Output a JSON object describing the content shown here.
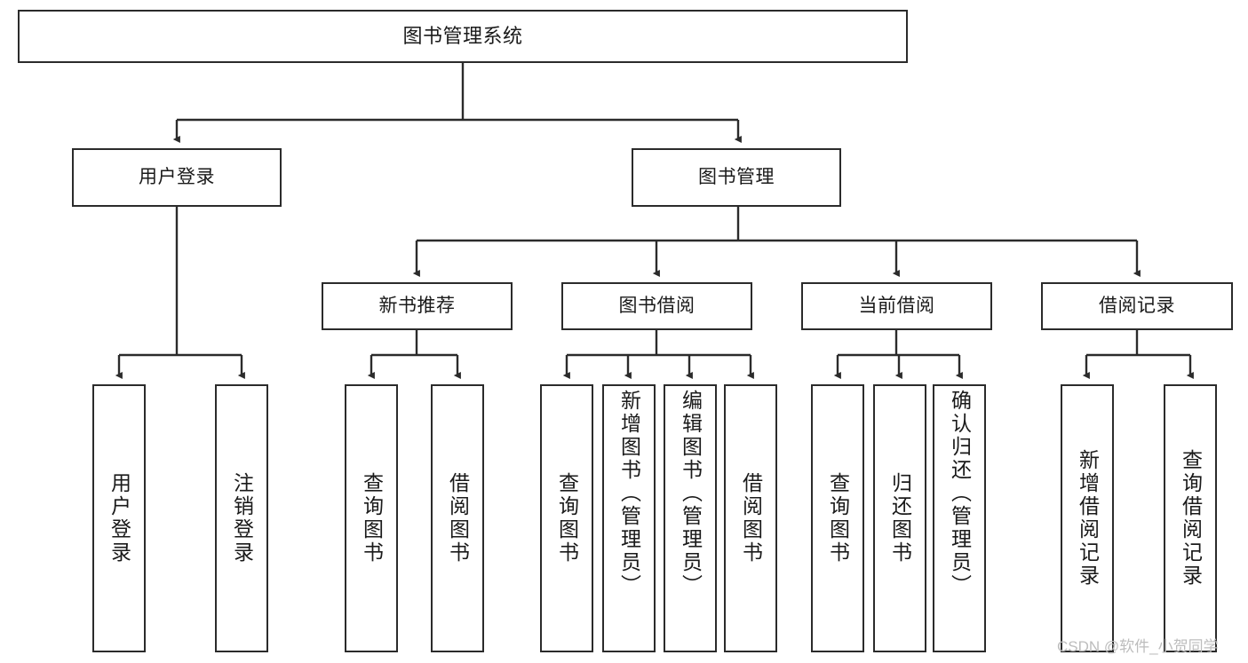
{
  "diagram": {
    "title": "图书管理系统",
    "type": "tree-hierarchy-chart",
    "orientation": "top-down",
    "colors": {
      "stroke": "#2b2b2b",
      "fill": "#ffffff",
      "text": "#1a1a1a",
      "watermark": "#bdbdbd"
    },
    "root": {
      "label": "图书管理系统"
    },
    "level1": [
      {
        "label": "用户登录"
      },
      {
        "label": "图书管理"
      }
    ],
    "level2": [
      {
        "label": "新书推荐"
      },
      {
        "label": "图书借阅"
      },
      {
        "label": "当前借阅"
      },
      {
        "label": "借阅记录"
      }
    ],
    "leaves": {
      "user_login": [
        {
          "label": "用户登录"
        },
        {
          "label": "注销登录"
        }
      ],
      "new_book_recommend": [
        {
          "label": "查询图书"
        },
        {
          "label": "借阅图书"
        }
      ],
      "book_borrow": [
        {
          "label": "查询图书"
        },
        {
          "label": "新增图书（管理员）"
        },
        {
          "label": "编辑图书（管理员）"
        },
        {
          "label": "借阅图书"
        }
      ],
      "current_borrow": [
        {
          "label": "查询图书"
        },
        {
          "label": "归还图书"
        },
        {
          "label": "确认归还（管理员）"
        }
      ],
      "borrow_record": [
        {
          "label": "新增借阅记录"
        },
        {
          "label": "查询借阅记录"
        }
      ]
    }
  },
  "watermark": {
    "text": "CSDN @软件_小贺同学"
  }
}
